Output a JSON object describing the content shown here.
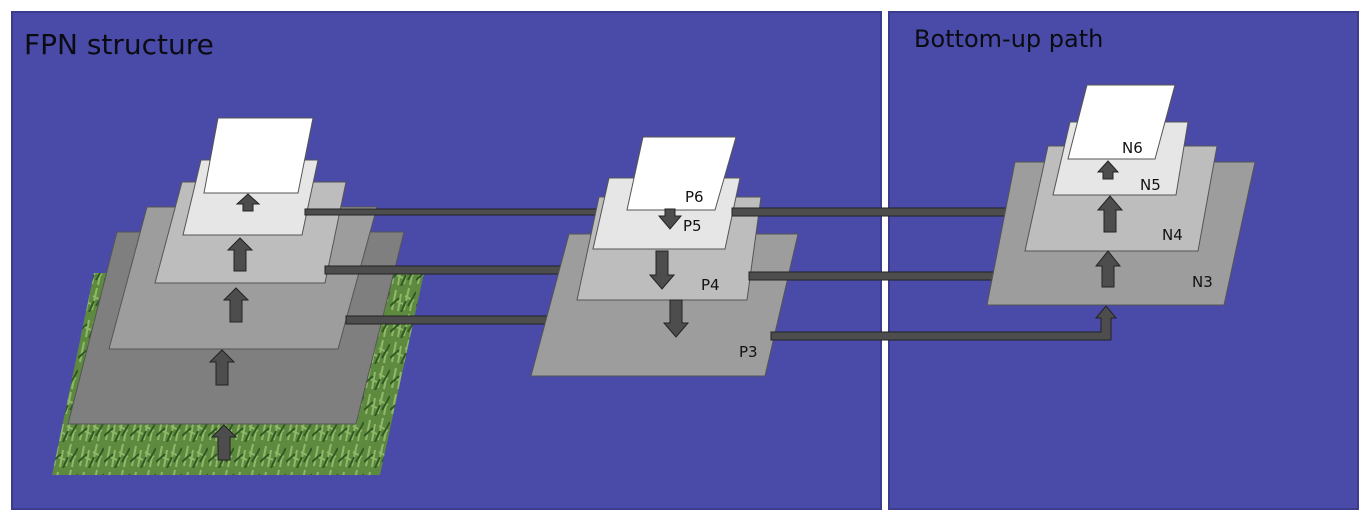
{
  "panels": {
    "fpn": {
      "title": "FPN structure"
    },
    "bottom_up": {
      "title": "Bottom-up path"
    }
  },
  "labels": {
    "p6": "P6",
    "p5": "P5",
    "p4": "P4",
    "p3": "P3",
    "n6": "N6",
    "n5": "N5",
    "n4": "N4",
    "n3": "N3"
  },
  "colors": {
    "panel_fill": "#4a4ba9",
    "panel_border": "#3b3c8e",
    "layer_dark": "#7f7f7f",
    "layer_mid": "#9d9d9d",
    "layer_light": "#bdbdbd",
    "layer_lighter": "#e6e6e6",
    "layer_white": "#ffffff",
    "arrow": "#4d4d4d",
    "grass_dark": "#2f5a22",
    "grass_light": "#8fb86a"
  }
}
